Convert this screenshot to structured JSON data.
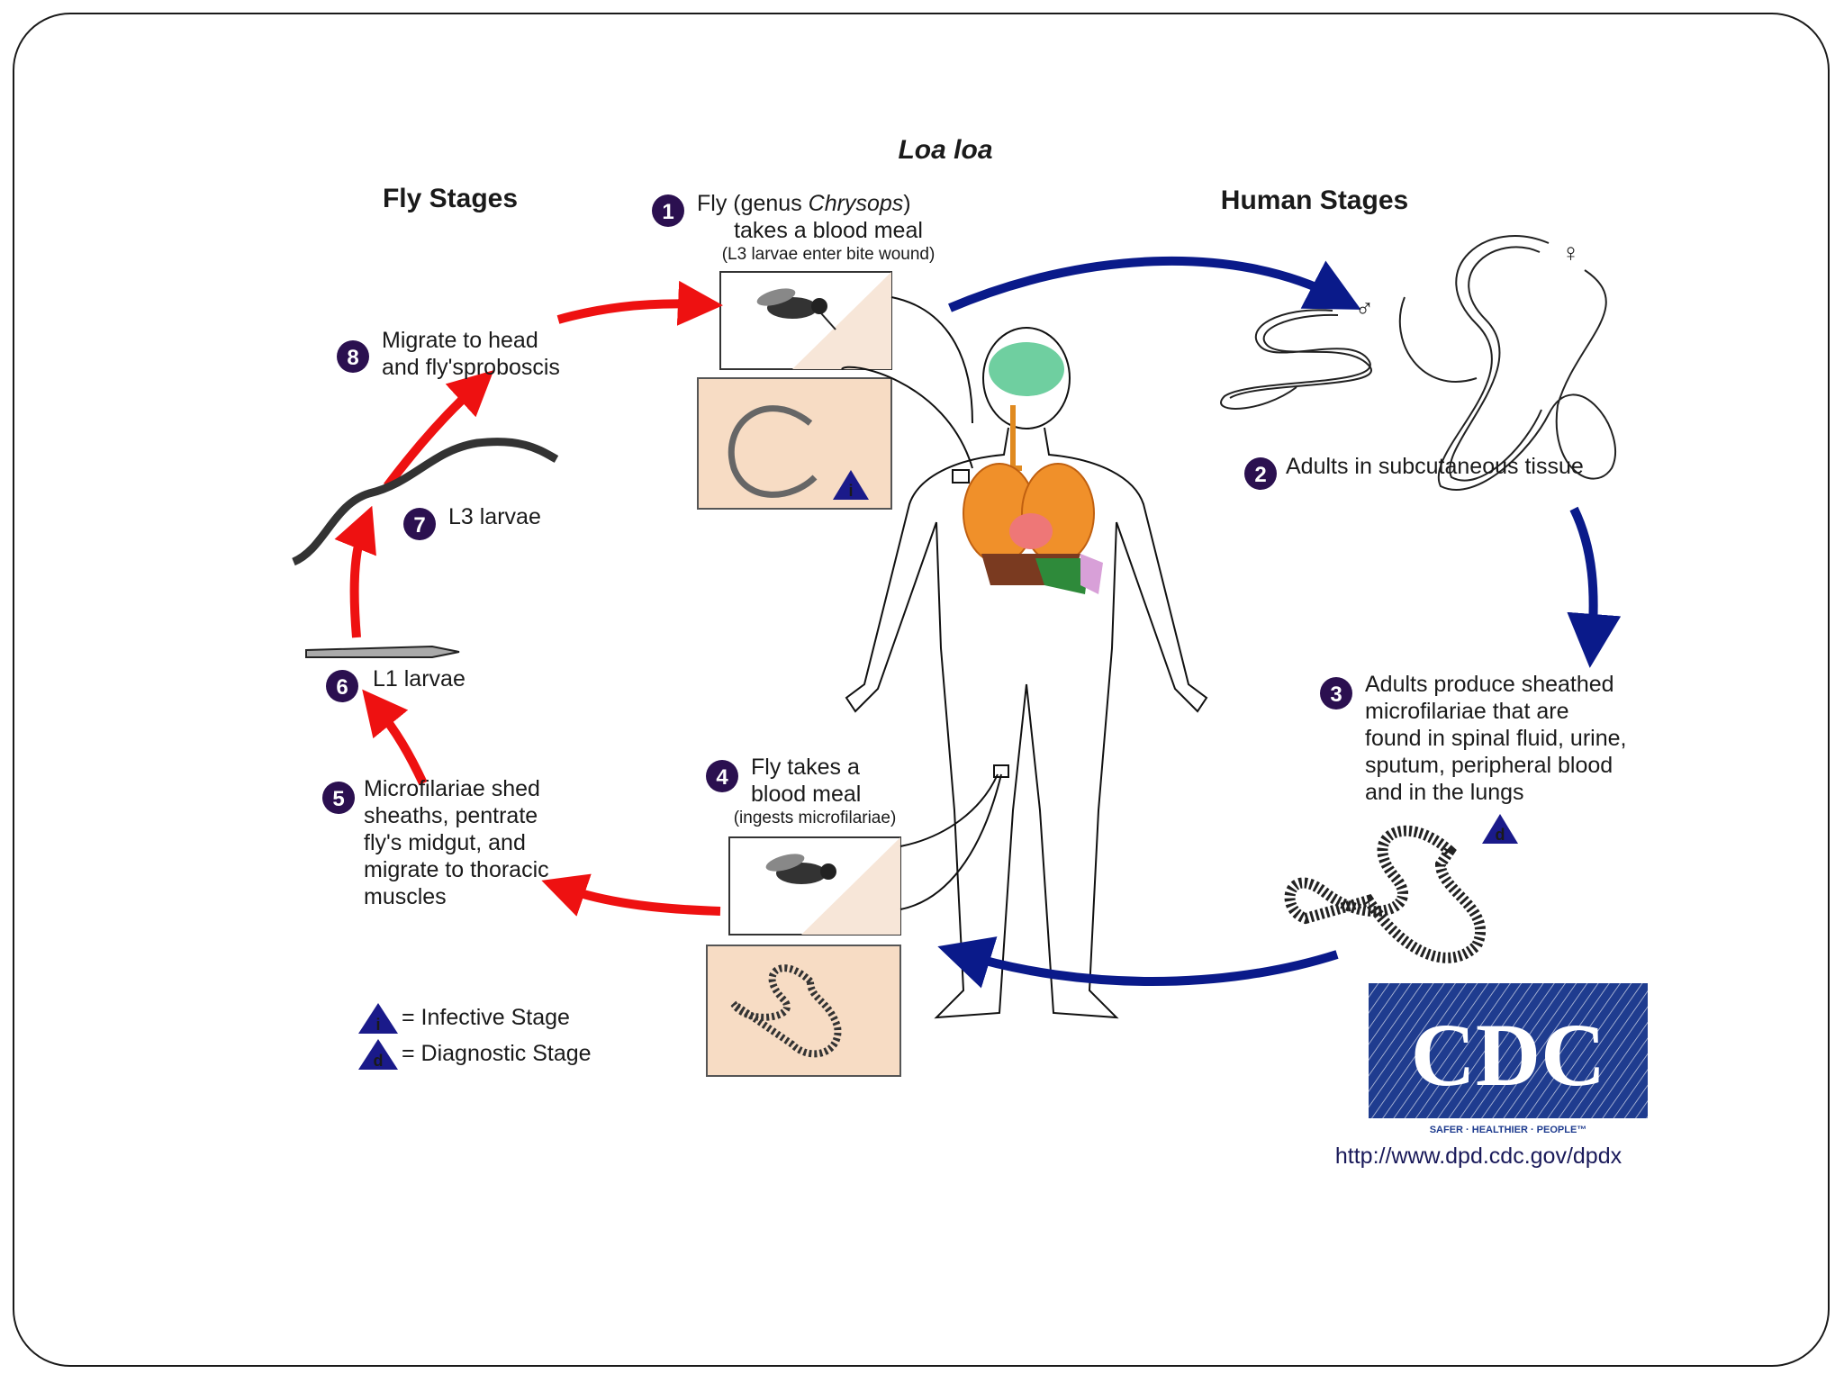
{
  "diagram": {
    "title": "Loa loa",
    "fly_stages": "Fly Stages",
    "human_stages": "Human Stages",
    "step1": {
      "num": "1",
      "pre": "Fly (genus ",
      "genus": "Chrysops",
      ")": "",
      "post": ")",
      "line2": "takes a blood meal",
      "line3": "(L3 larvae enter bite wound)"
    },
    "step2": {
      "num": "2",
      "text": "Adults in subcutaneous tissue"
    },
    "step3": {
      "num": "3",
      "lines": [
        "Adults produce sheathed",
        "microfilariae that are",
        "found in spinal fluid, urine,",
        "sputum, peripheral blood",
        "and in the lungs"
      ]
    },
    "step4": {
      "num": "4",
      "line1": "Fly takes a",
      "line2": "blood meal",
      "line3": "(ingests microfilariae)"
    },
    "step5": {
      "num": "5",
      "lines": [
        "Microfilariae shed",
        "sheaths, pentrate",
        "fly's midgut, and",
        "migrate to thoracic",
        "muscles"
      ]
    },
    "step6": {
      "num": "6",
      "text": "L1 larvae"
    },
    "step7": {
      "num": "7",
      "text": "L3 larvae"
    },
    "step8": {
      "num": "8",
      "line1": "Migrate to head",
      "line2": "and fly'sproboscis"
    },
    "male_symbol": "♂",
    "female_symbol": "♀",
    "legend": {
      "infective_letter": "i",
      "infective": "= Infective Stage",
      "diagnostic_letter": "d",
      "diagnostic": "= Diagnostic Stage"
    },
    "cdc": {
      "logo": "CDC",
      "tagline": "SAFER · HEALTHIER · PEOPLE™",
      "url": "http://www.dpd.cdc.gov/dpdx"
    },
    "colors": {
      "badge": "#2b1050",
      "blue_arrow": "#0a1a8a",
      "red_arrow": "#ee1111",
      "box_fill": "#f7dcc4",
      "cdc_blue": "#1f3c8f"
    }
  }
}
